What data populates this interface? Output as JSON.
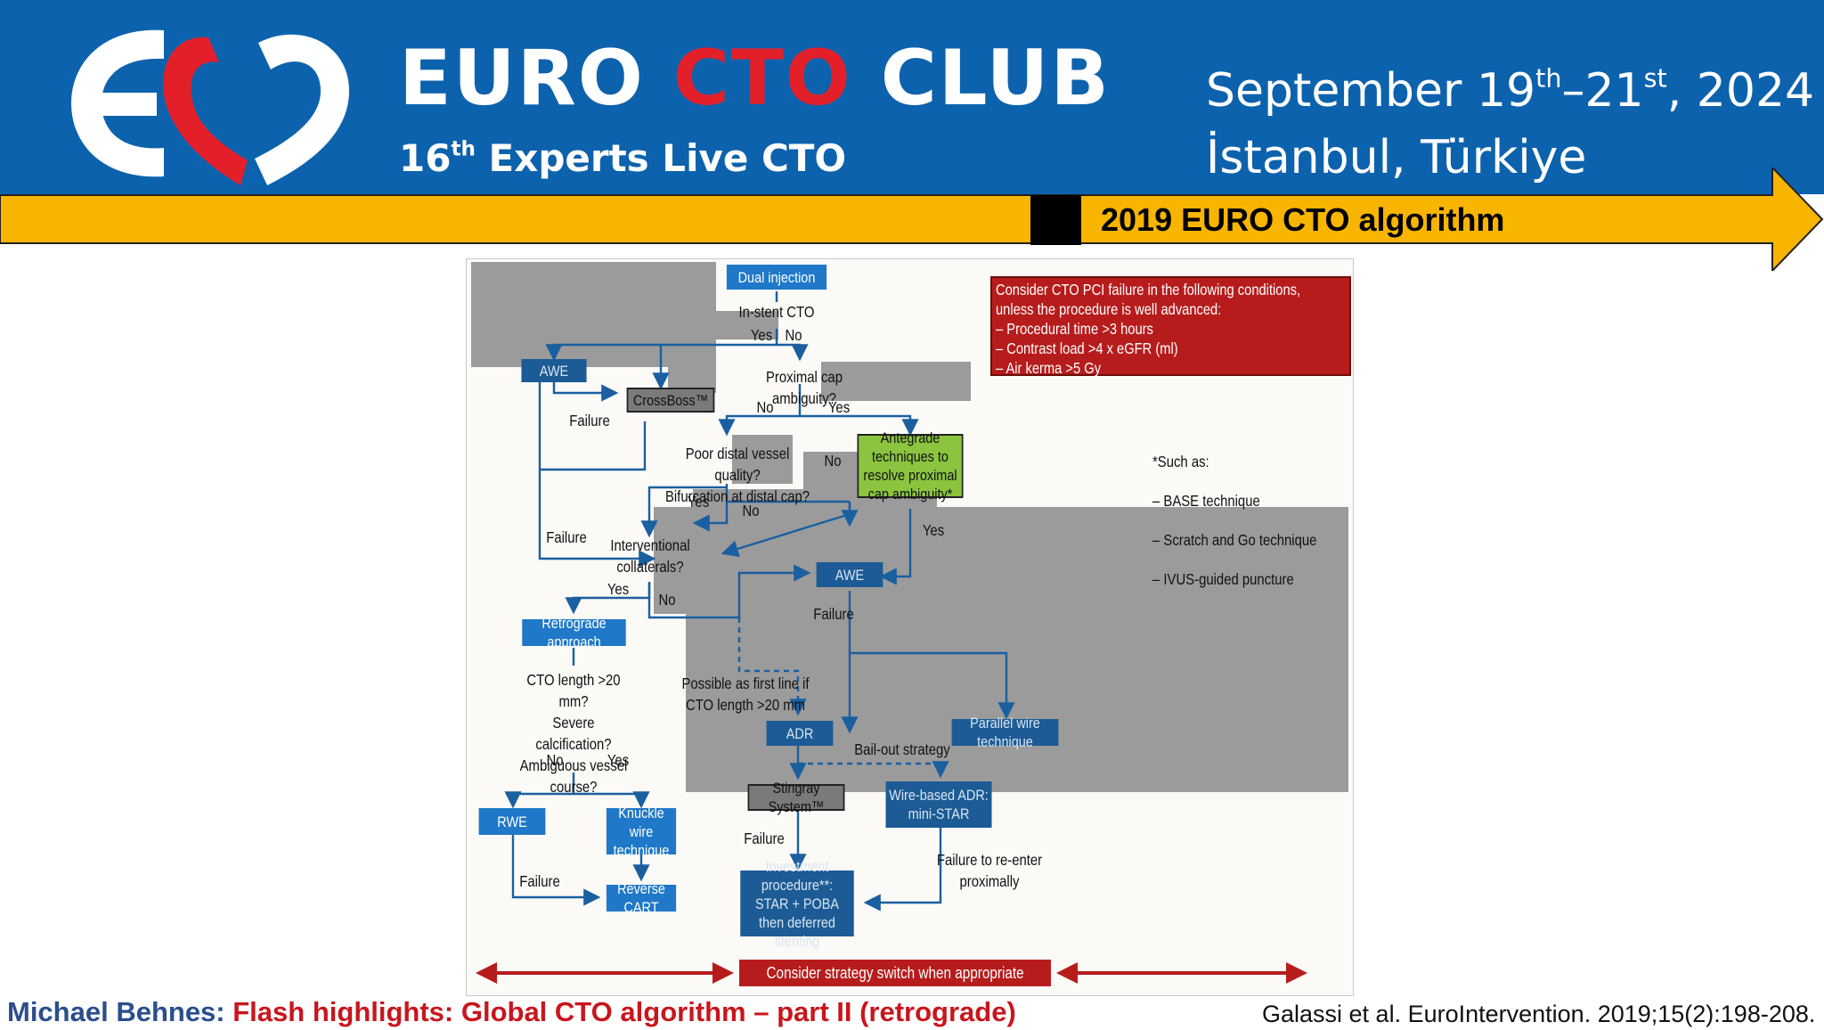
{
  "header": {
    "brand": {
      "part1": "EURO ",
      "part2": "CTO",
      "part3": " CLUB"
    },
    "subtitle": {
      "num": "16",
      "sup": "th",
      "rest": " Experts Live CTO"
    },
    "date": {
      "a": "September 19",
      "a_sup": "th",
      "b": "–21",
      "b_sup": "st",
      "c": ", 2024"
    },
    "location": "İstanbul, Türkiye",
    "colors": {
      "banner": "#0d62ad",
      "accent_red": "#e3202a"
    }
  },
  "section_title": "2019 EURO CTO algorithm",
  "diagram": {
    "dual_injection": "Dual injection",
    "in_stent_cto": "In-stent CTO",
    "yes_in_stent": "Yes",
    "no_in_stent": "No",
    "awe_top": "AWE",
    "crossboss": "CrossBoss™",
    "failure_crossboss": "Failure",
    "proximal_cap_question": "Proximal cap ambiguity?",
    "no_prox": "No",
    "yes_prox": "Yes",
    "antegrade_techniques": "Antegrade techniques to resolve proximal cap ambiguity*",
    "no_antegrade": "No",
    "yes_antegrade": "Yes",
    "distal_question": "Poor distal vessel quality?\nBifurcation at distal cap?",
    "yes_distal": "Yes",
    "no_distal": "No",
    "failure_left": "Failure",
    "interventional_collaterals": "Interventional\ncollaterals?",
    "yes_collaterals": "Yes",
    "no_collaterals": "No",
    "awe_mid": "AWE",
    "failure_awe_mid": "Failure",
    "retrograde_approach": "Retrograde approach",
    "cto_length_question": "CTO length >20 mm?\nSevere calcification?\nAmbiguous vessel course?",
    "no_length": "No",
    "yes_length": "Yes",
    "rwe": "RWE",
    "knuckle_wire": "Knuckle wire technique",
    "failure_rwe": "Failure",
    "reverse_cart": "Reverse CART",
    "possible_first_line": "Possible as first line if\nCTO length >20 mm",
    "adr": "ADR",
    "bailout_strategy": "Bail-out strategy",
    "parallel_wire": "Parallel wire technique",
    "stingray": "Stingray System™",
    "wire_based_adr": "Wire-based ADR:\nmini-STAR",
    "failure_stingray": "Failure",
    "failure_reenter": "Failure to re-enter\nproximally",
    "investment_procedure": "Investment procedure**:\nSTAR + POBA\nthen deferred stenting",
    "such_as": {
      "title": "*Such as:",
      "items": [
        "– BASE technique",
        "– Scratch and Go technique",
        "– IVUS-guided puncture"
      ]
    },
    "failure_conditions": {
      "title": "Consider CTO PCI failure in the following conditions,",
      "title2": "unless the procedure is well advanced:",
      "items": [
        "– Procedural time >3 hours",
        "– Contrast load >4 x eGFR (ml)",
        "– Air kerma >5 Gy"
      ]
    },
    "strategy_switch": "Consider strategy switch when appropriate"
  },
  "footer": {
    "presenter": "Michael Behnes:",
    "talk_title": "Flash highlights: Global CTO algorithm – part II (retrograde)",
    "citation": "Galassi et al. EuroIntervention. 2019;15(2):198-208."
  }
}
